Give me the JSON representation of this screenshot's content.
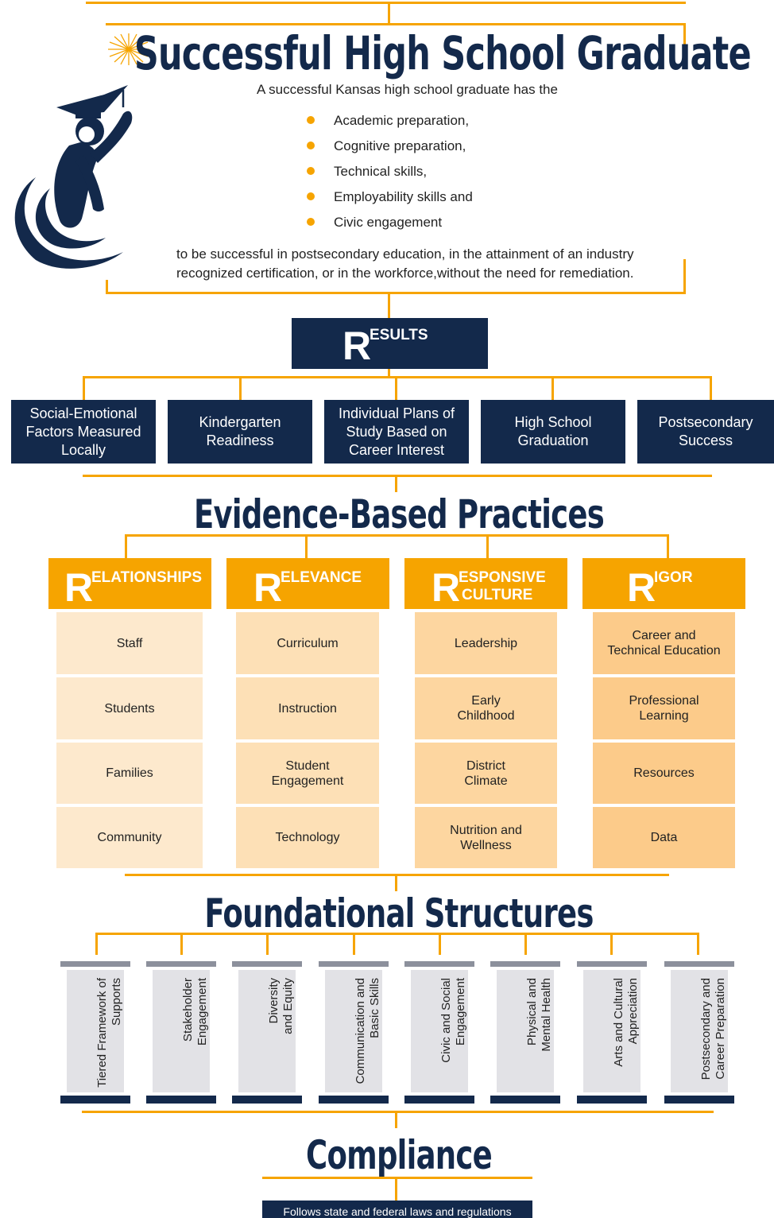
{
  "graduate": {
    "title": "Successful High School Graduate",
    "intro": "A successful Kansas high school graduate has the",
    "bullets": [
      "Academic preparation,",
      "Cognitive preparation,",
      "Technical skills,",
      "Employability skills and",
      "Civic engagement"
    ],
    "outro_line1": "to be successful in postsecondary education, in the attainment of an industry",
    "outro_line2": "recognized certification, or in the workforce,without the need for remediation."
  },
  "results": {
    "initial": "R",
    "rest": "ESULTS",
    "items": [
      "Social-Emotional Factors Measured Locally",
      "Kindergarten Readiness",
      "Individual Plans of Study Based on Career Interest",
      "High School Graduation",
      "Postsecondary Success"
    ]
  },
  "practices": {
    "title": "Evidence-Based Practices",
    "columns": [
      {
        "initial": "R",
        "rest1": "ELATIONSHIPS",
        "rest2": "",
        "items": [
          "Staff",
          "Students",
          "Families",
          "Community"
        ]
      },
      {
        "initial": "R",
        "rest1": "ELEVANCE",
        "rest2": "",
        "items": [
          "Curriculum",
          "Instruction",
          "Student Engagement",
          "Technology"
        ]
      },
      {
        "initial": "R",
        "rest1": "ESPONSIVE",
        "rest2": "CULTURE",
        "items": [
          "Leadership",
          "Early Childhood",
          "District Climate",
          "Nutrition and Wellness"
        ]
      },
      {
        "initial": "R",
        "rest1": "IGOR",
        "rest2": "",
        "items": [
          "Career and Technical Education",
          "Professional Learning",
          "Resources",
          "Data"
        ]
      }
    ]
  },
  "foundations": {
    "title": "Foundational Structures",
    "pillars": [
      "Tiered Framework of Supports",
      "Stakeholder Engagement",
      "Diversity and Equity",
      "Communication and Basic Skills",
      "Civic and Social Engagement",
      "Physical and Mental Health",
      "Arts and Cultural Appreciation",
      "Postsecondary and Career Preparation"
    ]
  },
  "compliance": {
    "title": "Compliance",
    "text": "Follows state and federal laws and regulations"
  },
  "colors": {
    "navy": "#13294b",
    "orange": "#f6a400",
    "tint1": "#fde9cd",
    "tint2": "#fdd9a4",
    "tint3": "#fcca86"
  },
  "icons": {
    "graduate": "graduate-figure-icon",
    "sparkle": "sparkle-icon"
  }
}
